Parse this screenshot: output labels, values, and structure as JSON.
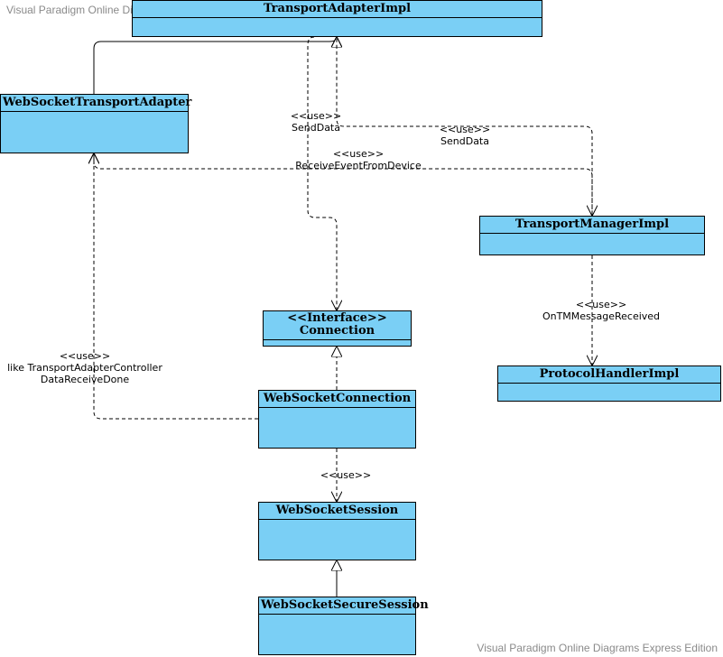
{
  "watermark": "Visual Paradigm Online Diagrams Express Edition",
  "colors": {
    "class_fill": "#7acff5",
    "line": "#000000"
  },
  "classes": {
    "transport_adapter_impl": {
      "name": "TransportAdapterImpl"
    },
    "websocket_transport_adapter": {
      "name": "WebSocketTransportAdapter"
    },
    "transport_manager_impl": {
      "name": "TransportManagerImpl"
    },
    "protocol_handler_impl": {
      "name": "ProtocolHandlerImpl"
    },
    "connection": {
      "stereotype": "<<Interface>>",
      "name": "Connection"
    },
    "websocket_connection": {
      "name": "WebSocketConnection"
    },
    "websocket_session": {
      "name": "WebSocketSession"
    },
    "websocket_secure_session": {
      "name": "WebSocketSecureSession"
    }
  },
  "labels": {
    "use_senddata_left": {
      "stereotype": "<<use>>",
      "text": "SendData"
    },
    "use_senddata_right": {
      "stereotype": "<<use>>",
      "text": "SendData"
    },
    "use_receive_event": {
      "stereotype": "<<use>>",
      "text": "ReceiveEventFromDevice"
    },
    "use_on_tm_message": {
      "stereotype": "<<use>>",
      "text": "OnTMMessageReceived"
    },
    "use_like_controller": {
      "stereotype": "<<use>>",
      "line1": "like TransportAdapterController",
      "line2": "DataReceiveDone"
    },
    "use_session": {
      "stereotype": "<<use>>"
    }
  }
}
